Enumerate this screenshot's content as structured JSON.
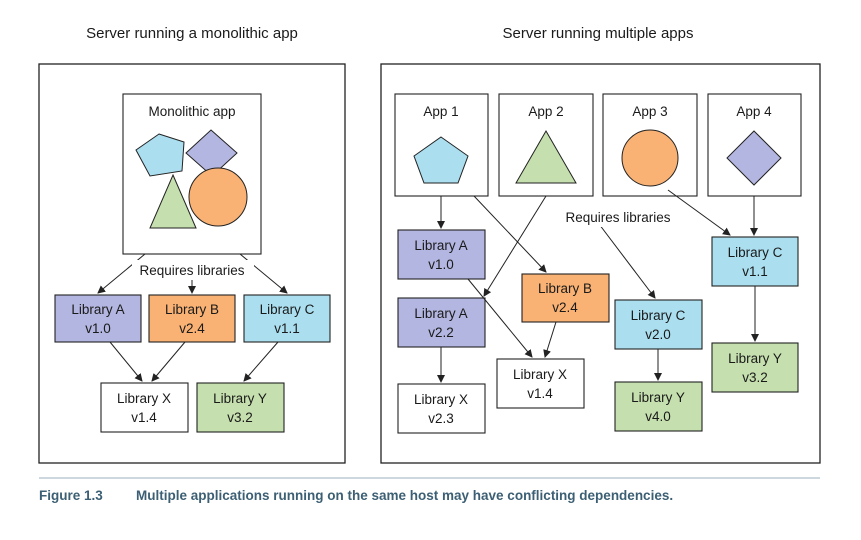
{
  "titles": {
    "left": "Server running a monolithic app",
    "right": "Server running multiple apps"
  },
  "left": {
    "monolith_label": "Monolithic app",
    "requires": "Requires libraries",
    "libA": [
      "Library A",
      "v1.0"
    ],
    "libB": [
      "Library B",
      "v2.4"
    ],
    "libC": [
      "Library C",
      "v1.1"
    ],
    "libX": [
      "Library X",
      "v1.4"
    ],
    "libY": [
      "Library Y",
      "v3.2"
    ]
  },
  "right": {
    "app1": "App 1",
    "app2": "App 2",
    "app3": "App 3",
    "app4": "App 4",
    "requires": "Requires libraries",
    "libA1": [
      "Library A",
      "v1.0"
    ],
    "libA2": [
      "Library A",
      "v2.2"
    ],
    "libB": [
      "Library B",
      "v2.4"
    ],
    "libC1": [
      "Library C",
      "v1.1"
    ],
    "libC2": [
      "Library C",
      "v2.0"
    ],
    "libX1": [
      "Library X",
      "v1.4"
    ],
    "libX2": [
      "Library X",
      "v2.3"
    ],
    "libY1": [
      "Library Y",
      "v3.2"
    ],
    "libY2": [
      "Library Y",
      "v4.0"
    ]
  },
  "caption": {
    "number": "Figure 1.3",
    "text": "Multiple applications running on the same host may have conflicting dependencies."
  },
  "colors": {
    "purple": "#b3b6e0",
    "orange": "#f9b273",
    "blue": "#abdff0",
    "green": "#c5e0ae",
    "white": "#ffffff",
    "caption": "#3c5f74"
  }
}
